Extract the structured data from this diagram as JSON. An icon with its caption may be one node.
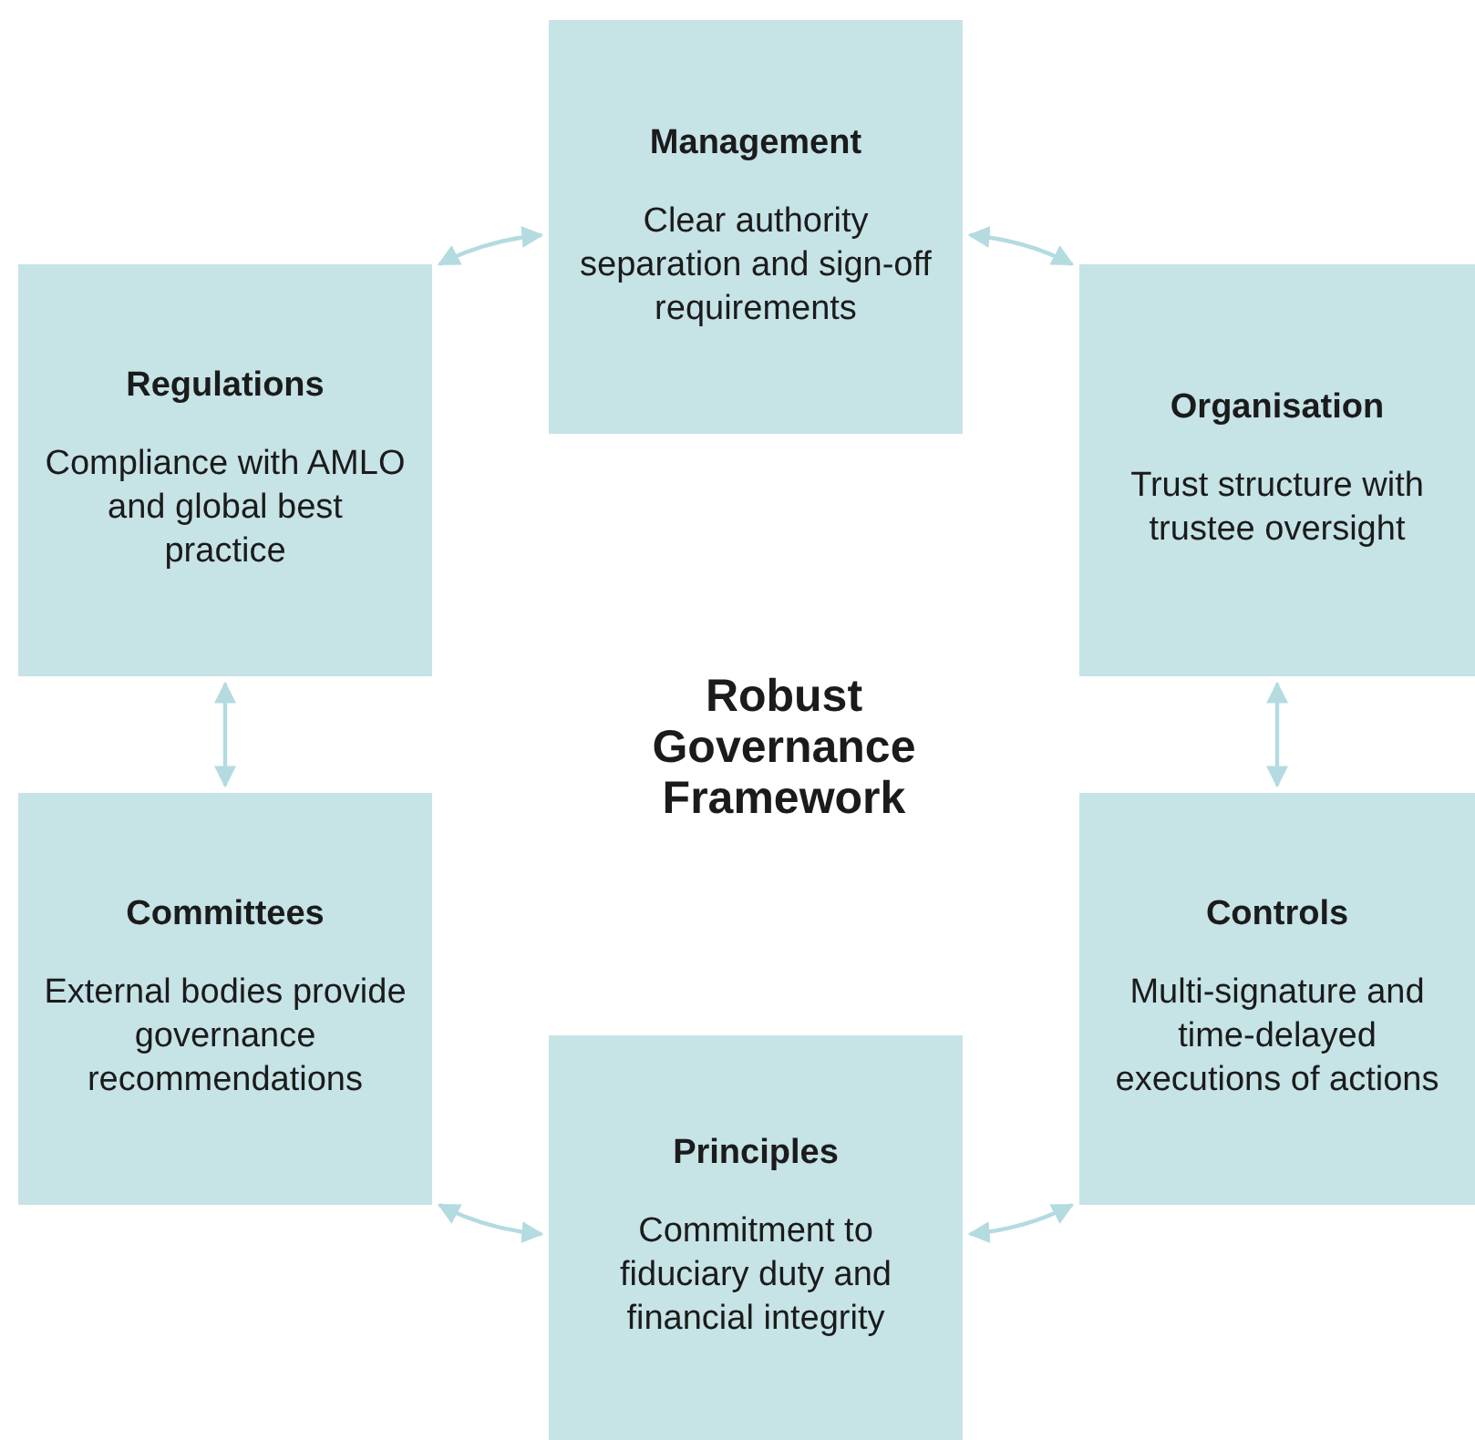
{
  "diagram": {
    "title": "Robust Governance Framework",
    "nodes": [
      {
        "text": [
          "Management",
          "Clear authority separation and sign-off requirements"
        ]
      },
      {
        "text": [
          "Regulations",
          "Compliance with AMLO and global best practice"
        ]
      },
      {
        "text": [
          "Organisation",
          "Trust structure with trustee oversight"
        ]
      },
      {
        "text": [
          "Committees",
          "External bodies provide governance recommendations"
        ]
      },
      {
        "text": [
          "Controls",
          "Multi-signature and time-delayed executions of actions"
        ]
      },
      {
        "text": [
          "Principles",
          "Commitment to fiduciary duty and financial integrity"
        ]
      }
    ],
    "edges": [
      {
        "from": 0,
        "to": 2,
        "arrow": "both"
      },
      {
        "from": 2,
        "to": 4,
        "arrow": "both"
      },
      {
        "from": 4,
        "to": 5,
        "arrow": "both"
      },
      {
        "from": 5,
        "to": 3,
        "arrow": "both"
      },
      {
        "from": 3,
        "to": 1,
        "arrow": "both"
      },
      {
        "from": 1,
        "to": 0,
        "arrow": "both"
      }
    ]
  }
}
